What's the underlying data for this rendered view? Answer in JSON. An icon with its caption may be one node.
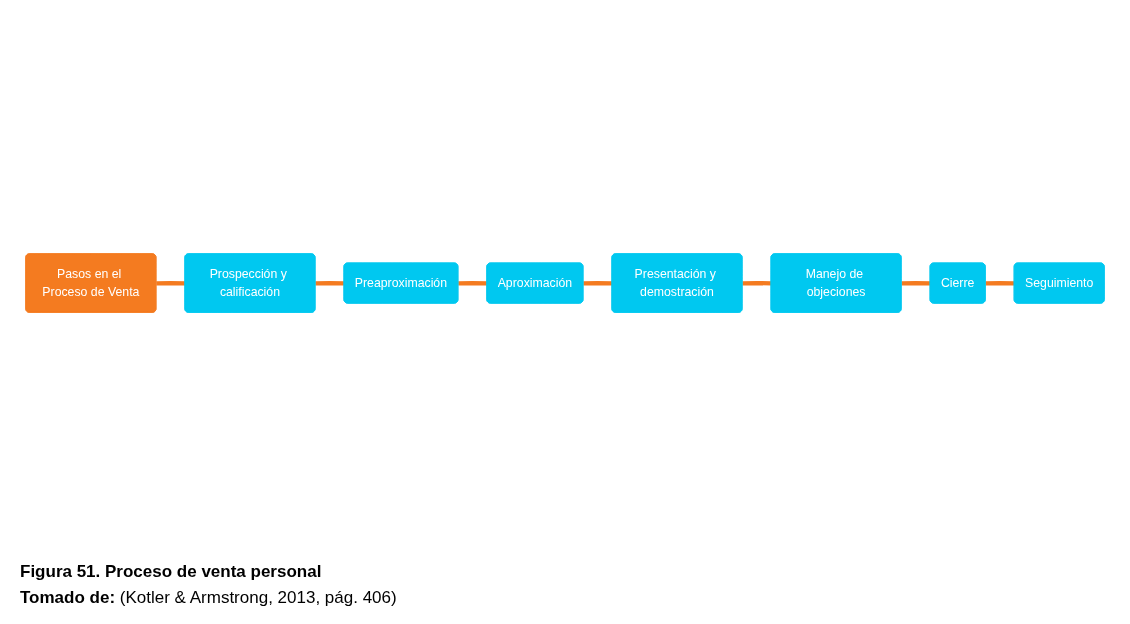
{
  "diagram": {
    "caption": "Figura 51.  Proceso de venta personal",
    "nodes": [
      {
        "text": [
          "Pasos en el Proceso de Venta"
        ]
      },
      {
        "text": [
          "Prospección y calificación"
        ]
      },
      {
        "text": [
          "Preaproximación"
        ]
      },
      {
        "text": [
          "Aproximación"
        ]
      },
      {
        "text": [
          "Presentación y demostración"
        ]
      },
      {
        "text": [
          "Manejo de objeciones"
        ]
      },
      {
        "text": [
          "Cierre"
        ]
      },
      {
        "text": [
          "Seguimiento"
        ]
      }
    ],
    "edges": [
      {
        "from": 0,
        "to": 1,
        "arrow": "none"
      },
      {
        "from": 1,
        "to": 2,
        "arrow": "none"
      },
      {
        "from": 2,
        "to": 3,
        "arrow": "none"
      },
      {
        "from": 3,
        "to": 4,
        "arrow": "none"
      },
      {
        "from": 4,
        "to": 5,
        "arrow": "none"
      },
      {
        "from": 5,
        "to": 6,
        "arrow": "none"
      },
      {
        "from": 6,
        "to": 7,
        "arrow": "none"
      }
    ],
    "labels": [
      "**Tomado de:** (Kotler & Armstrong, 2013, pág. 406)"
    ]
  }
}
